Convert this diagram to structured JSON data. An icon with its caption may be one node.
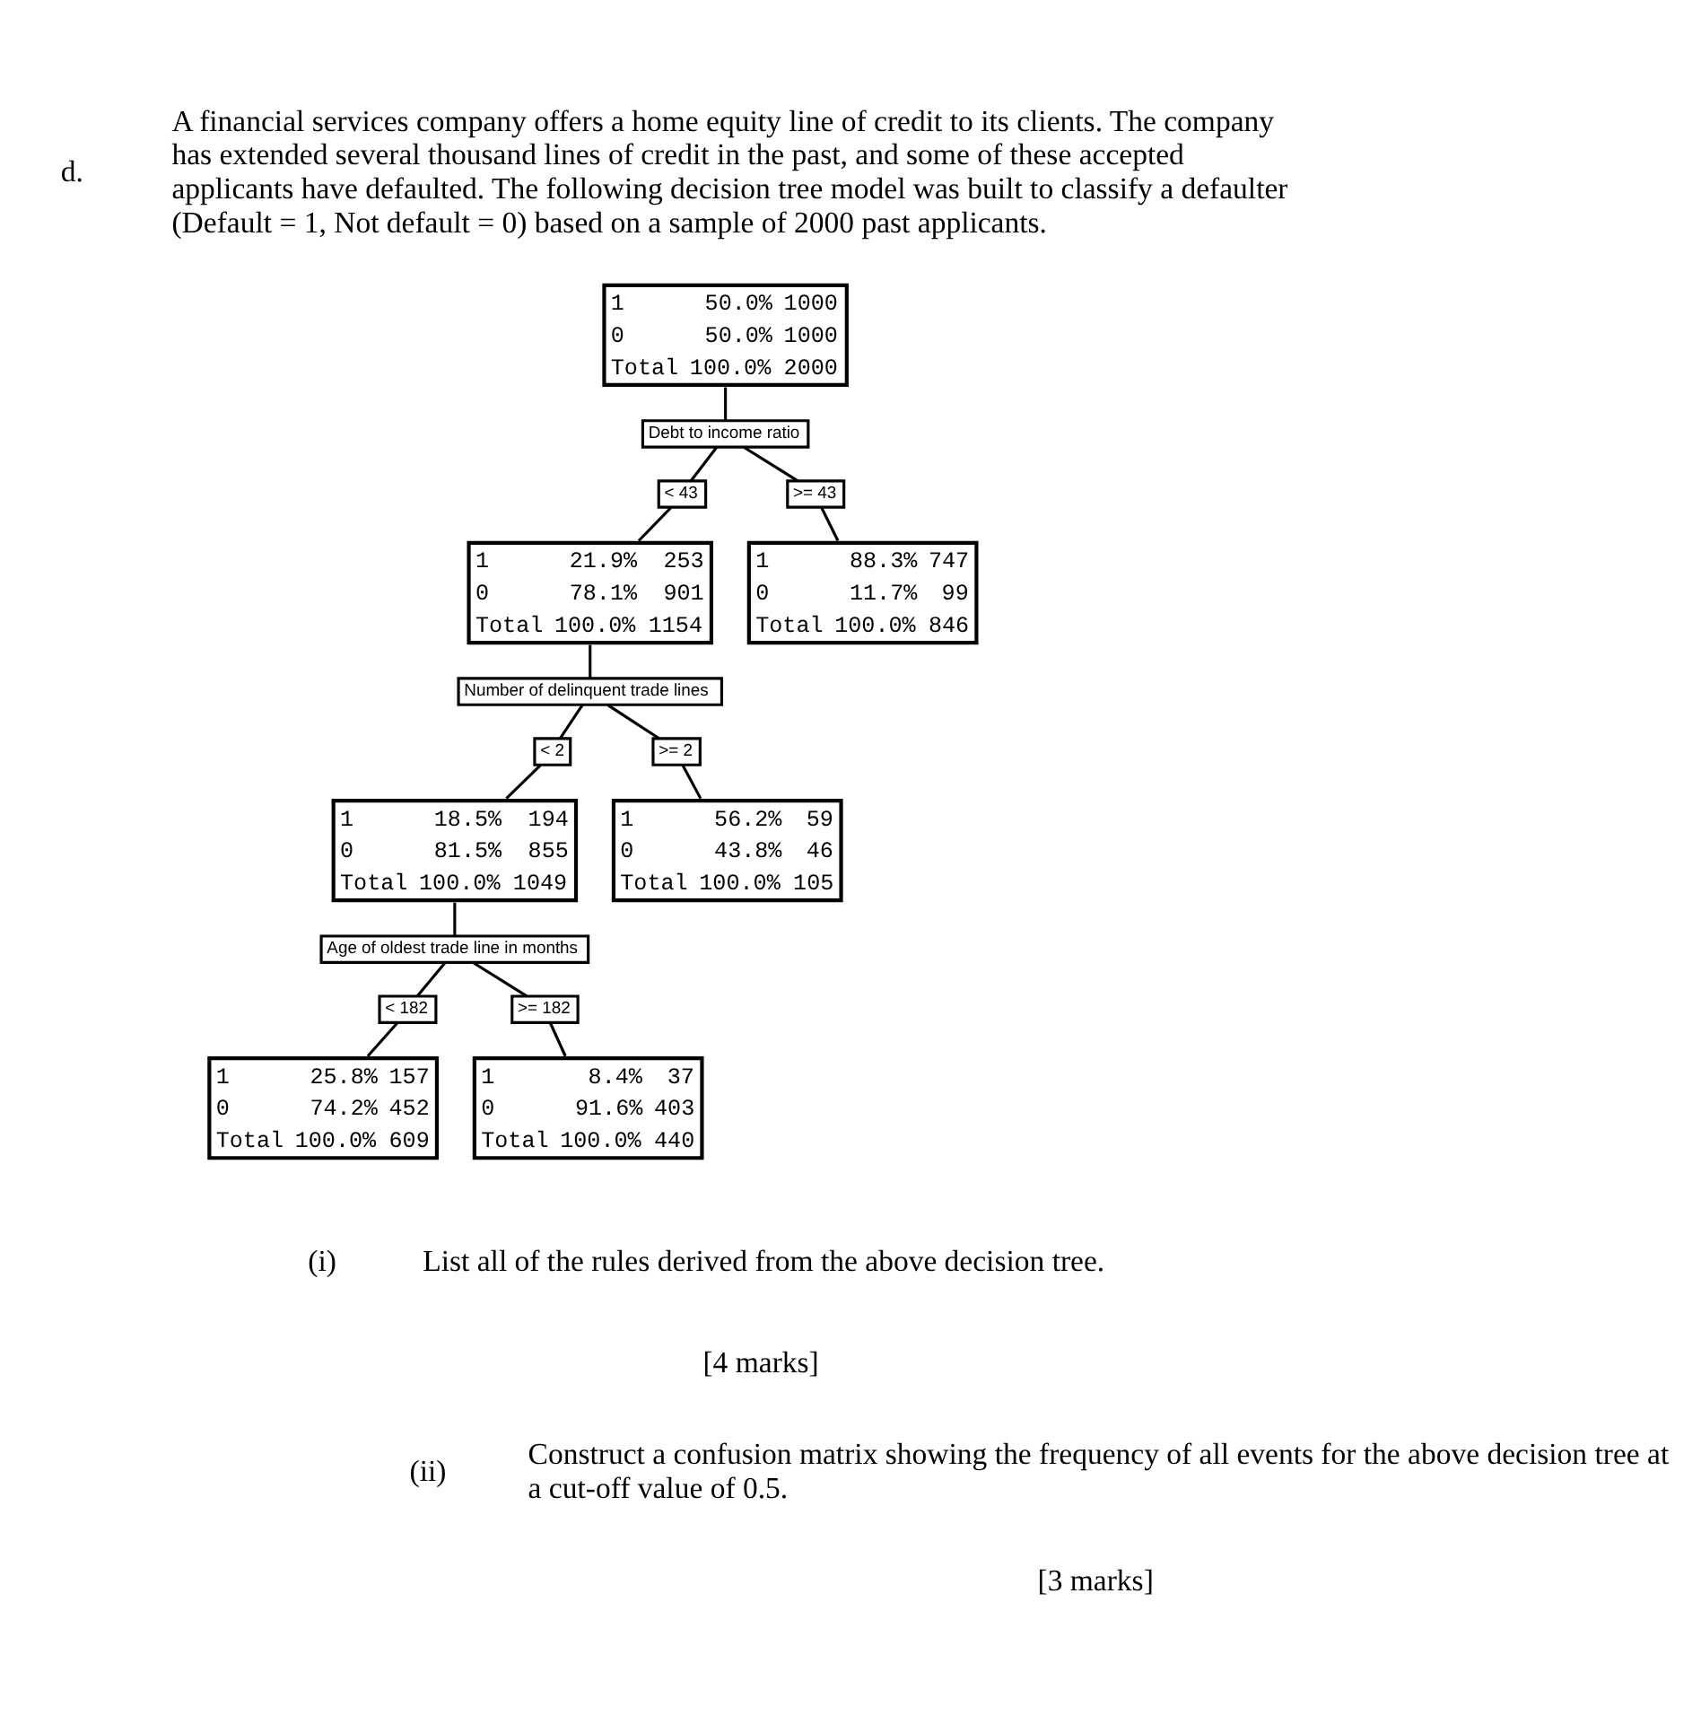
{
  "diagram": {
    "nodes": [
      {
        "text": [
          "1",
          "50.0%",
          "1000",
          "0",
          "50.0%",
          "1000",
          "Total",
          "100.0%",
          "2000"
        ]
      },
      {
        "text": [
          "Debt to income ratio"
        ]
      },
      {
        "text": [
          "< 43"
        ]
      },
      {
        "text": [
          ">= 43"
        ]
      },
      {
        "text": [
          "1",
          "21.9%",
          "253",
          "0",
          "78.1%",
          "901",
          "Total",
          "100.0%",
          "1154"
        ]
      },
      {
        "text": [
          "1",
          "88.3%",
          "747",
          "0",
          "11.7%",
          "99",
          "Total",
          "100.0%",
          "846"
        ]
      },
      {
        "text": [
          "Number of delinquent trade lines"
        ]
      },
      {
        "text": [
          "< 2"
        ]
      },
      {
        "text": [
          ">= 2"
        ]
      },
      {
        "text": [
          "1",
          "18.5%",
          "194",
          "0",
          "81.5%",
          "855",
          "Total",
          "100.0%",
          "1049"
        ]
      },
      {
        "text": [
          "1",
          "56.2%",
          "59",
          "0",
          "43.8%",
          "46",
          "Total",
          "100.0%",
          "105"
        ]
      },
      {
        "text": [
          "Age of oldest trade line in months"
        ]
      },
      {
        "text": [
          "< 182"
        ]
      },
      {
        "text": [
          ">= 182"
        ]
      },
      {
        "text": [
          "1",
          "25.8%",
          "157",
          "0",
          "74.2%",
          "452",
          "Total",
          "100.0%",
          "609"
        ]
      },
      {
        "text": [
          "1",
          "8.4%",
          "37",
          "0",
          "91.6%",
          "403",
          "Total",
          "100.0%",
          "440"
        ]
      }
    ],
    "edges": [
      {
        "from": 0,
        "to": 1,
        "arrow": "none"
      },
      {
        "from": 1,
        "to": 2,
        "arrow": "none"
      },
      {
        "from": 1,
        "to": 3,
        "arrow": "none"
      },
      {
        "from": 2,
        "to": 4,
        "arrow": "none"
      },
      {
        "from": 3,
        "to": 5,
        "arrow": "none"
      },
      {
        "from": 4,
        "to": 6,
        "arrow": "none"
      },
      {
        "from": 6,
        "to": 7,
        "arrow": "none"
      },
      {
        "from": 6,
        "to": 8,
        "arrow": "none"
      },
      {
        "from": 7,
        "to": 9,
        "arrow": "none"
      },
      {
        "from": 8,
        "to": 10,
        "arrow": "none"
      },
      {
        "from": 9,
        "to": 11,
        "arrow": "none"
      },
      {
        "from": 11,
        "to": 12,
        "arrow": "none"
      },
      {
        "from": 11,
        "to": 13,
        "arrow": "none"
      },
      {
        "from": 12,
        "to": 14,
        "arrow": "none"
      },
      {
        "from": 13,
        "to": 15,
        "arrow": "none"
      }
    ],
    "labels": [
      "d.",
      "A financial services company offers a home equity line of credit to its clients. The company has extended several thousand lines of credit in the past, and some of these accepted applicants have defaulted. The following decision tree model was built to classify a defaulter (Default = 1, Not default = 0) based on a sample of 2000 past applicants.",
      "(i)",
      "List all of the rules derived from the above decision tree.",
      "[4 marks]",
      "(ii)",
      "Construct a confusion matrix showing the frequency of all events for the above decision tree at a cut-off value of 0.5.",
      "[3 marks]"
    ]
  }
}
